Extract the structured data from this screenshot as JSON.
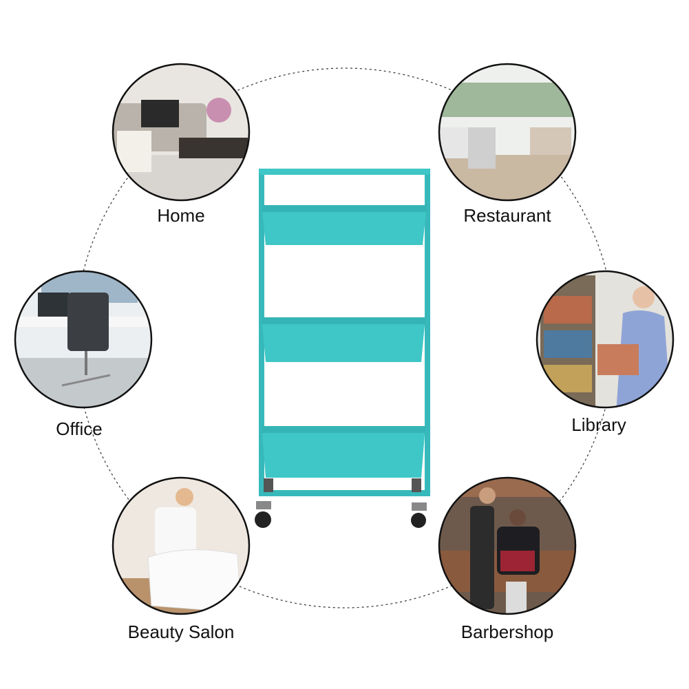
{
  "colors": {
    "cart": "#3fc6c6",
    "cart_dark": "#2aa9ab",
    "ring": "#333333"
  },
  "scenes": [
    {
      "id": "home",
      "label": "Home"
    },
    {
      "id": "restaurant",
      "label": "Restaurant"
    },
    {
      "id": "office",
      "label": "Office"
    },
    {
      "id": "library",
      "label": "Library"
    },
    {
      "id": "beauty-salon",
      "label": "Beauty Salon"
    },
    {
      "id": "barbershop",
      "label": "Barbershop"
    }
  ]
}
